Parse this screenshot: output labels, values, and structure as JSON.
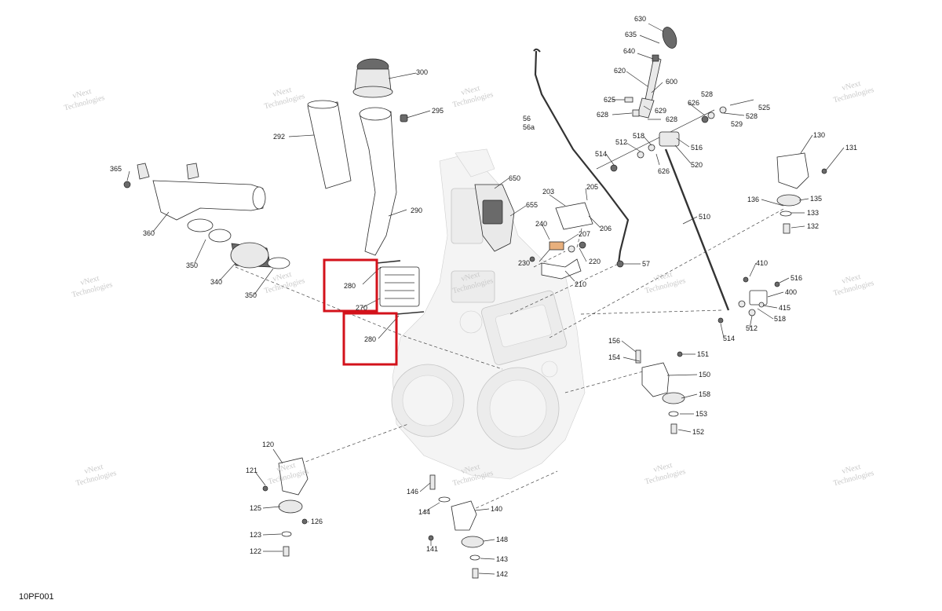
{
  "drawing_code": "10PF001",
  "watermark": [
    "vNext",
    "Technologies"
  ],
  "labels": {
    "l630": "630",
    "l635": "635",
    "l640": "640",
    "l620": "620",
    "l600": "600",
    "l625": "625",
    "l628a": "628",
    "l629": "629",
    "l628b": "628",
    "l626b": "626",
    "l528a": "528",
    "l528b": "528",
    "l525": "525",
    "l529": "529",
    "l514a": "514",
    "l512a": "512",
    "l518a": "518",
    "l516a": "516",
    "l520": "520",
    "l626a": "626",
    "l300": "300",
    "l295": "295",
    "l292": "292",
    "l56": "56",
    "l56a": "56a",
    "l365": "365",
    "l360": "360",
    "l350a": "350",
    "l340": "340",
    "l350b": "350",
    "l290": "290",
    "l650": "650",
    "l655": "655",
    "l203": "203",
    "l205": "205",
    "l206": "206",
    "l240": "240",
    "l207": "207",
    "l230": "230",
    "l220": "220",
    "l210": "210",
    "l57": "57",
    "l130": "130",
    "l131": "131",
    "l136": "136",
    "l135": "135",
    "l133": "133",
    "l132": "132",
    "l510": "510",
    "l410": "410",
    "l516b": "516",
    "l400": "400",
    "l518b": "518",
    "l415": "415",
    "l512b": "512",
    "l514b": "514",
    "l280a": "280",
    "l270": "270",
    "l280b": "280",
    "l156": "156",
    "l154": "154",
    "l151": "151",
    "l150": "150",
    "l158": "158",
    "l153": "153",
    "l152": "152",
    "l120": "120",
    "l121": "121",
    "l125": "125",
    "l126": "126",
    "l123": "123",
    "l122": "122",
    "l146": "146",
    "l144": "144",
    "l140": "140",
    "l141": "141",
    "l148": "148",
    "l143": "143",
    "l142": "142"
  }
}
